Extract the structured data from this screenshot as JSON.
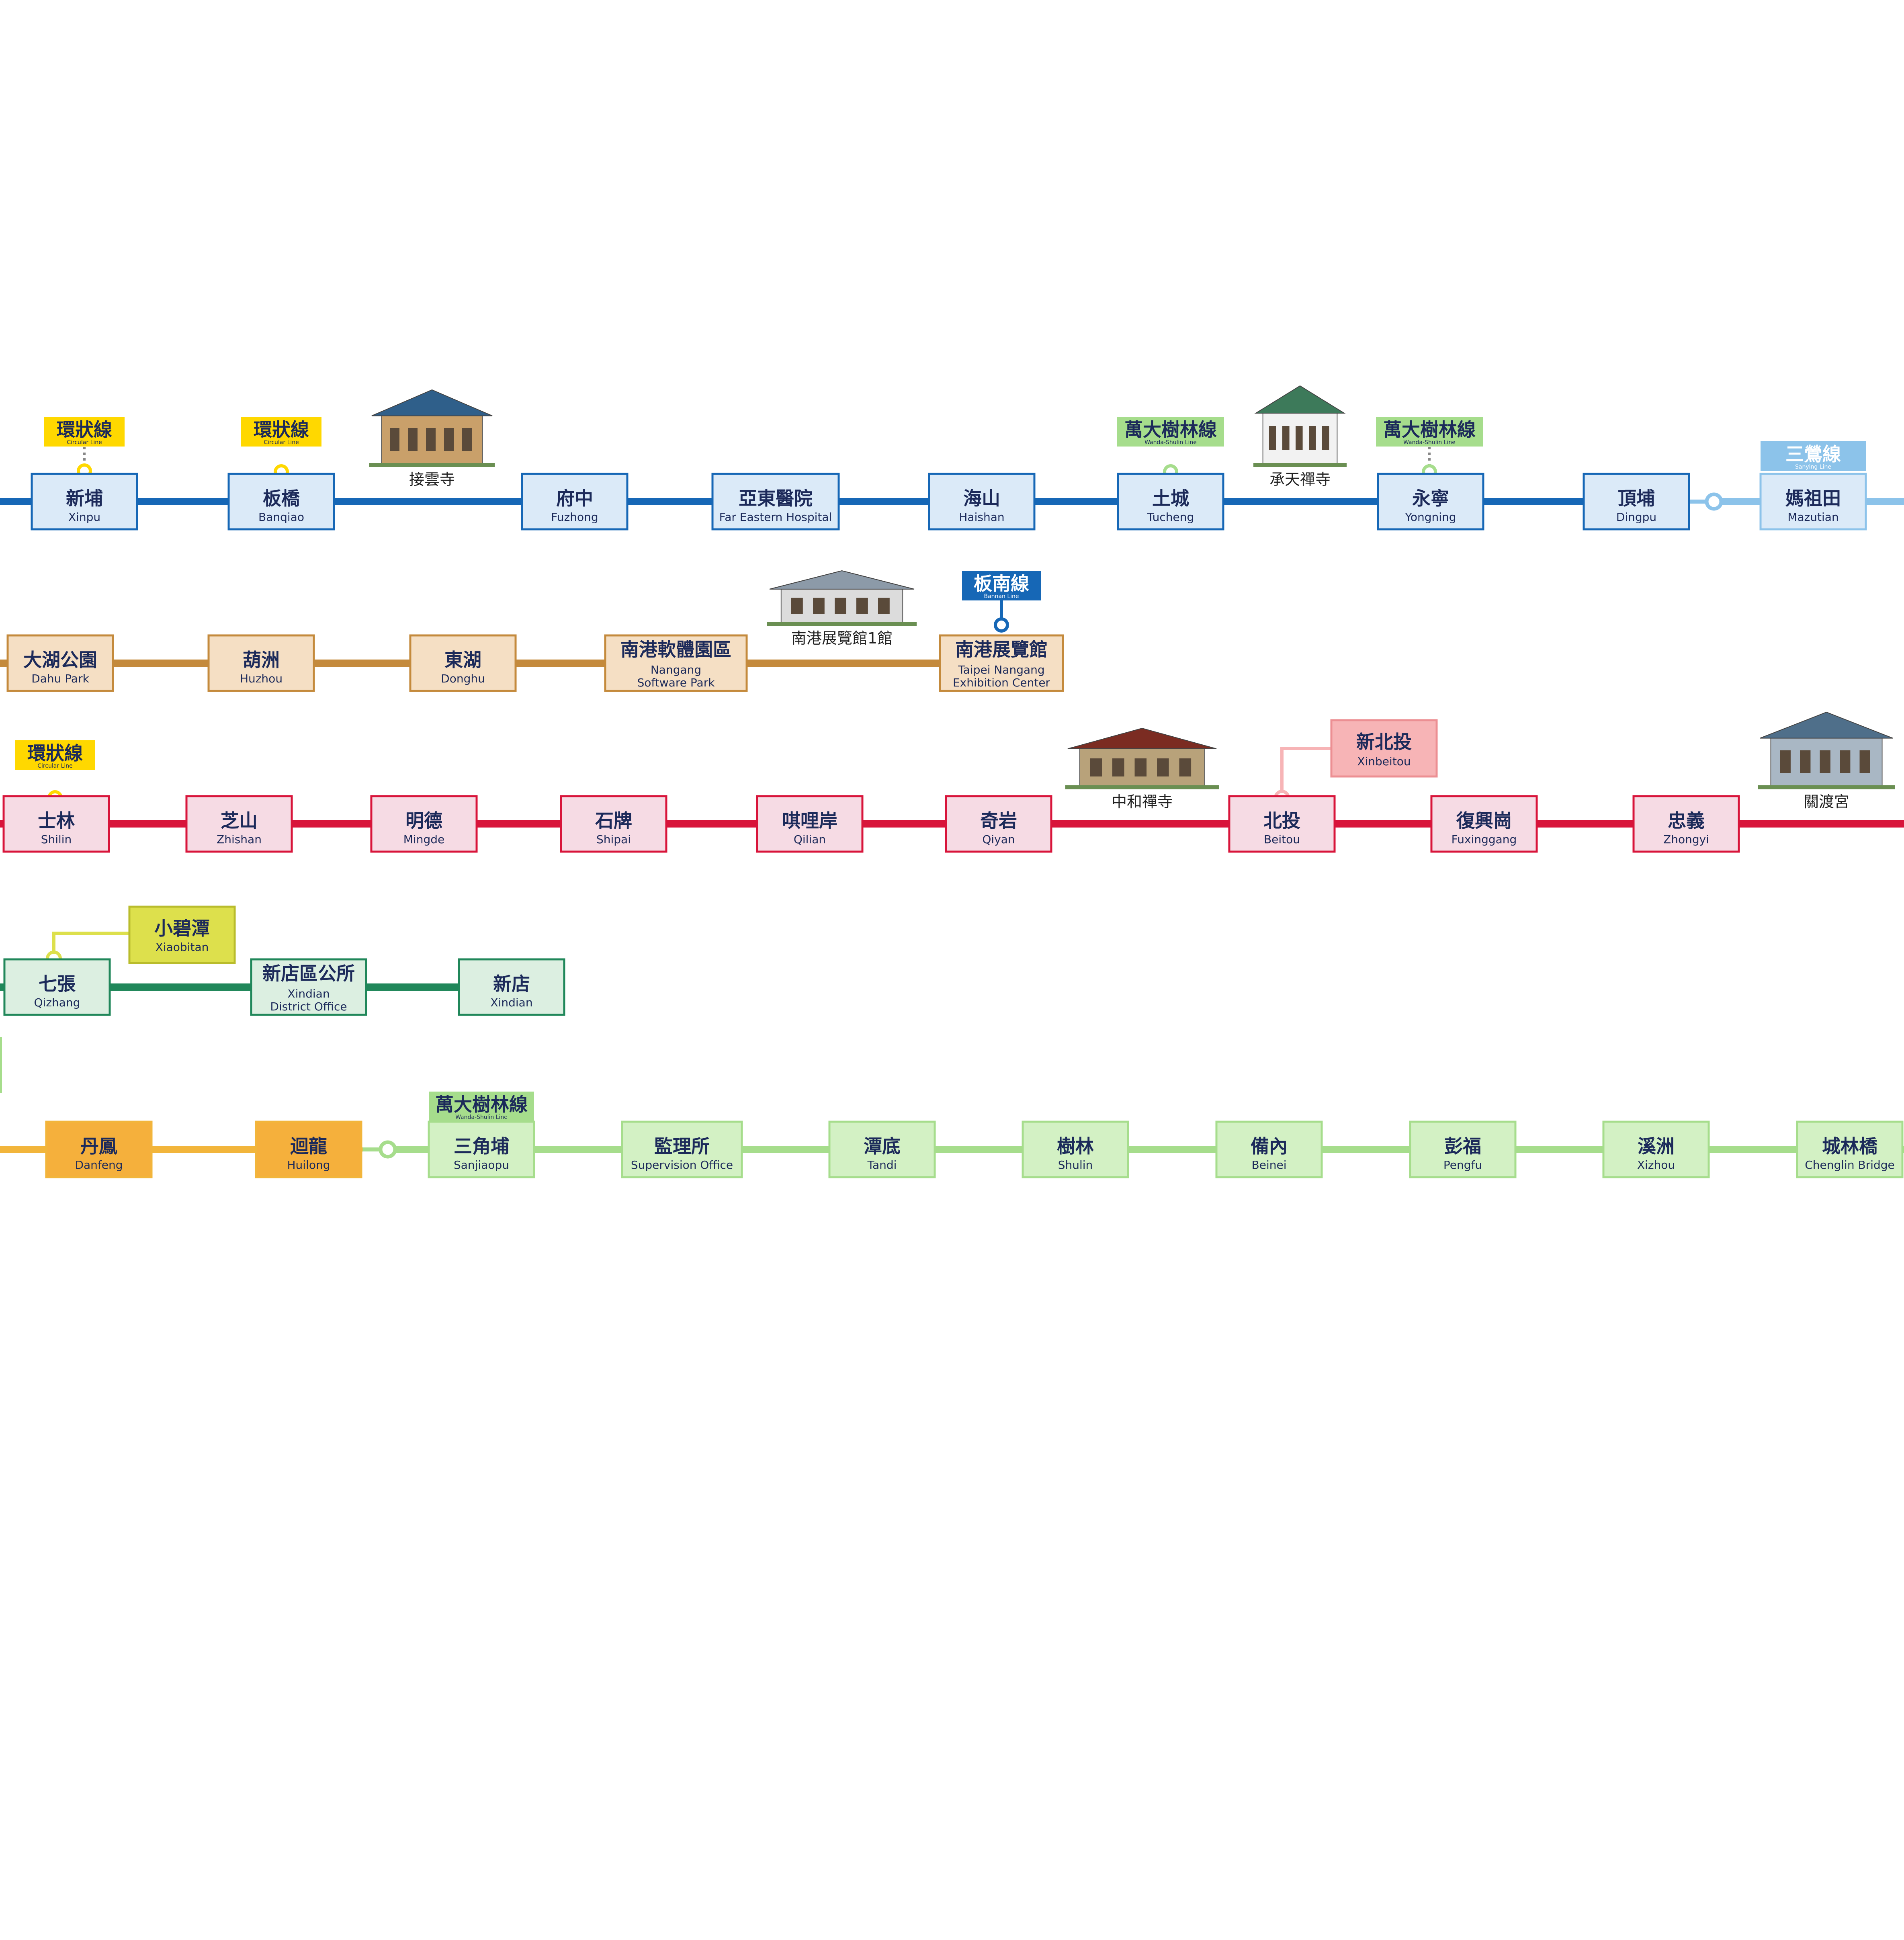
{
  "colors": {
    "blue": "#1667b6",
    "blue_box": "#dbeaf8",
    "brown": "#c48a3c",
    "brown_box": "#f5dfc4",
    "red": "#d8143a",
    "red_box": "#f6dbe4",
    "green": "#20875a",
    "green_box": "#dcefe1",
    "orange": "#f2b53b",
    "orange_box": "#f5b03c",
    "lightgreen": "#a6dd8c",
    "lightgreen_box": "#d3f1c4",
    "circular_yellow": "#ffd800",
    "sanying": "#8cc3ea",
    "xiaobitan": "#dde04c",
    "xinbeitou": "#f7b4b6",
    "wanda": "#a6dd8c"
  },
  "tags": {
    "circular": {
      "zh": "環狀線",
      "en": "Circular Line"
    },
    "wanda": {
      "zh": "萬大樹林線",
      "en": "Wanda-Shulin Line"
    },
    "bannan": {
      "zh": "板南線",
      "en": "Bannan Line"
    },
    "sanying": {
      "zh": "三鶯線",
      "en": "Sanying Line"
    }
  },
  "rows": [
    {
      "id": "blue",
      "stations": [
        {
          "zh": "新埔",
          "en": "Xinpu"
        },
        {
          "zh": "板橋",
          "en": "Banqiao"
        },
        {
          "zh": "府中",
          "en": "Fuzhong"
        },
        {
          "zh": "亞東醫院",
          "en": "Far Eastern Hospital"
        },
        {
          "zh": "海山",
          "en": "Haishan"
        },
        {
          "zh": "土城",
          "en": "Tucheng"
        },
        {
          "zh": "永寧",
          "en": "Yongning"
        },
        {
          "zh": "頂埔",
          "en": "Dingpu"
        },
        {
          "zh": "媽祖田",
          "en": "Mazutian"
        }
      ],
      "landmarks": [
        {
          "label": "接雲寺"
        },
        {
          "label": "承天禪寺"
        }
      ]
    },
    {
      "id": "brown",
      "stations": [
        {
          "zh": "大湖公園",
          "en": "Dahu Park"
        },
        {
          "zh": "葫洲",
          "en": "Huzhou"
        },
        {
          "zh": "東湖",
          "en": "Donghu"
        },
        {
          "zh": "南港軟體園區",
          "en": "Nangang",
          "en2": "Software Park"
        },
        {
          "zh": "南港展覽館",
          "en": "Taipei Nangang",
          "en2": "Exhibition Center"
        }
      ],
      "landmarks": [
        {
          "label": "南港展覽館1館"
        }
      ]
    },
    {
      "id": "red",
      "stations": [
        {
          "zh": "士林",
          "en": "Shilin"
        },
        {
          "zh": "芝山",
          "en": "Zhishan"
        },
        {
          "zh": "明德",
          "en": "Mingde"
        },
        {
          "zh": "石牌",
          "en": "Shipai"
        },
        {
          "zh": "唭哩岸",
          "en": "Qilian"
        },
        {
          "zh": "奇岩",
          "en": "Qiyan"
        },
        {
          "zh": "北投",
          "en": "Beitou"
        },
        {
          "zh": "復興崗",
          "en": "Fuxinggang"
        },
        {
          "zh": "忠義",
          "en": "Zhongyi"
        }
      ],
      "branch": {
        "zh": "新北投",
        "en": "Xinbeitou"
      },
      "landmarks": [
        {
          "label": "中和禪寺"
        },
        {
          "label": "關渡宮"
        }
      ]
    },
    {
      "id": "green",
      "stations": [
        {
          "zh": "七張",
          "en": "Qizhang"
        },
        {
          "zh": "新店區公所",
          "en": "Xindian",
          "en2": "District Office"
        },
        {
          "zh": "新店",
          "en": "Xindian"
        }
      ],
      "branch": {
        "zh": "小碧潭",
        "en": "Xiaobitan"
      }
    },
    {
      "id": "orange",
      "stations": [
        {
          "zh": "丹鳳",
          "en": "Danfeng"
        },
        {
          "zh": "迴龍",
          "en": "Huilong"
        }
      ]
    },
    {
      "id": "lightgreen",
      "stations": [
        {
          "zh": "三角埔",
          "en": "Sanjiaopu"
        },
        {
          "zh": "監理所",
          "en": "Supervision Office"
        },
        {
          "zh": "潭底",
          "en": "Tandi"
        },
        {
          "zh": "樹林",
          "en": "Shulin"
        },
        {
          "zh": "備內",
          "en": "Beinei"
        },
        {
          "zh": "彭福",
          "en": "Pengfu"
        },
        {
          "zh": "溪洲",
          "en": "Xizhou"
        },
        {
          "zh": "城林橋",
          "en": "Chenglin Bridge"
        }
      ]
    }
  ]
}
